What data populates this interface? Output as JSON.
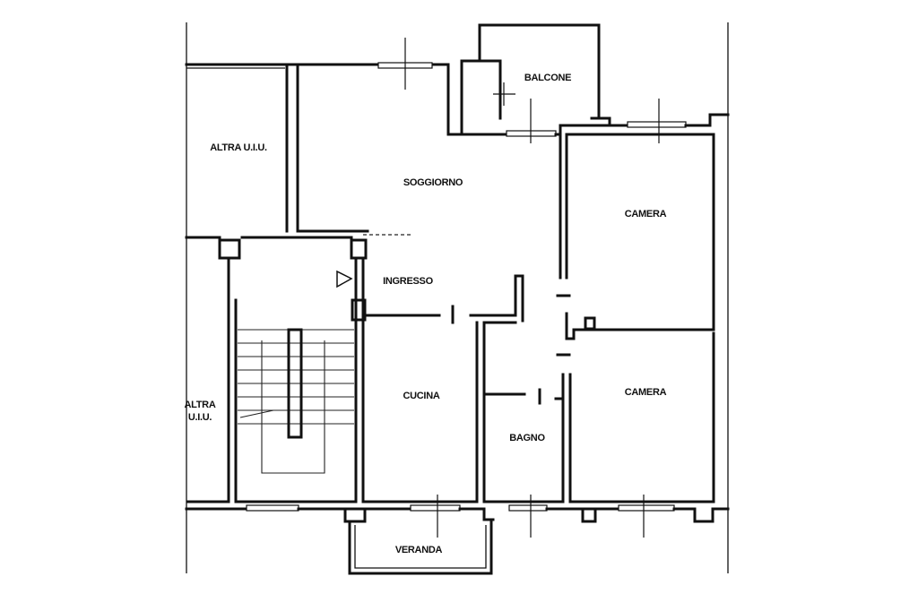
{
  "plan": {
    "rooms": {
      "altra_uiu_top": "ALTRA U.I.U.",
      "soggiorno": "SOGGIORNO",
      "balcone": "BALCONE",
      "camera_top": "CAMERA",
      "ingresso": "INGRESSO",
      "altra_uiu_left_line1": "ALTRA",
      "altra_uiu_left_line2": "U.I.U.",
      "cucina": "CUCINA",
      "bagno": "BAGNO",
      "camera_bottom": "CAMERA",
      "veranda": "VERANDA"
    },
    "entrance_marker": "entrance-triangle"
  }
}
